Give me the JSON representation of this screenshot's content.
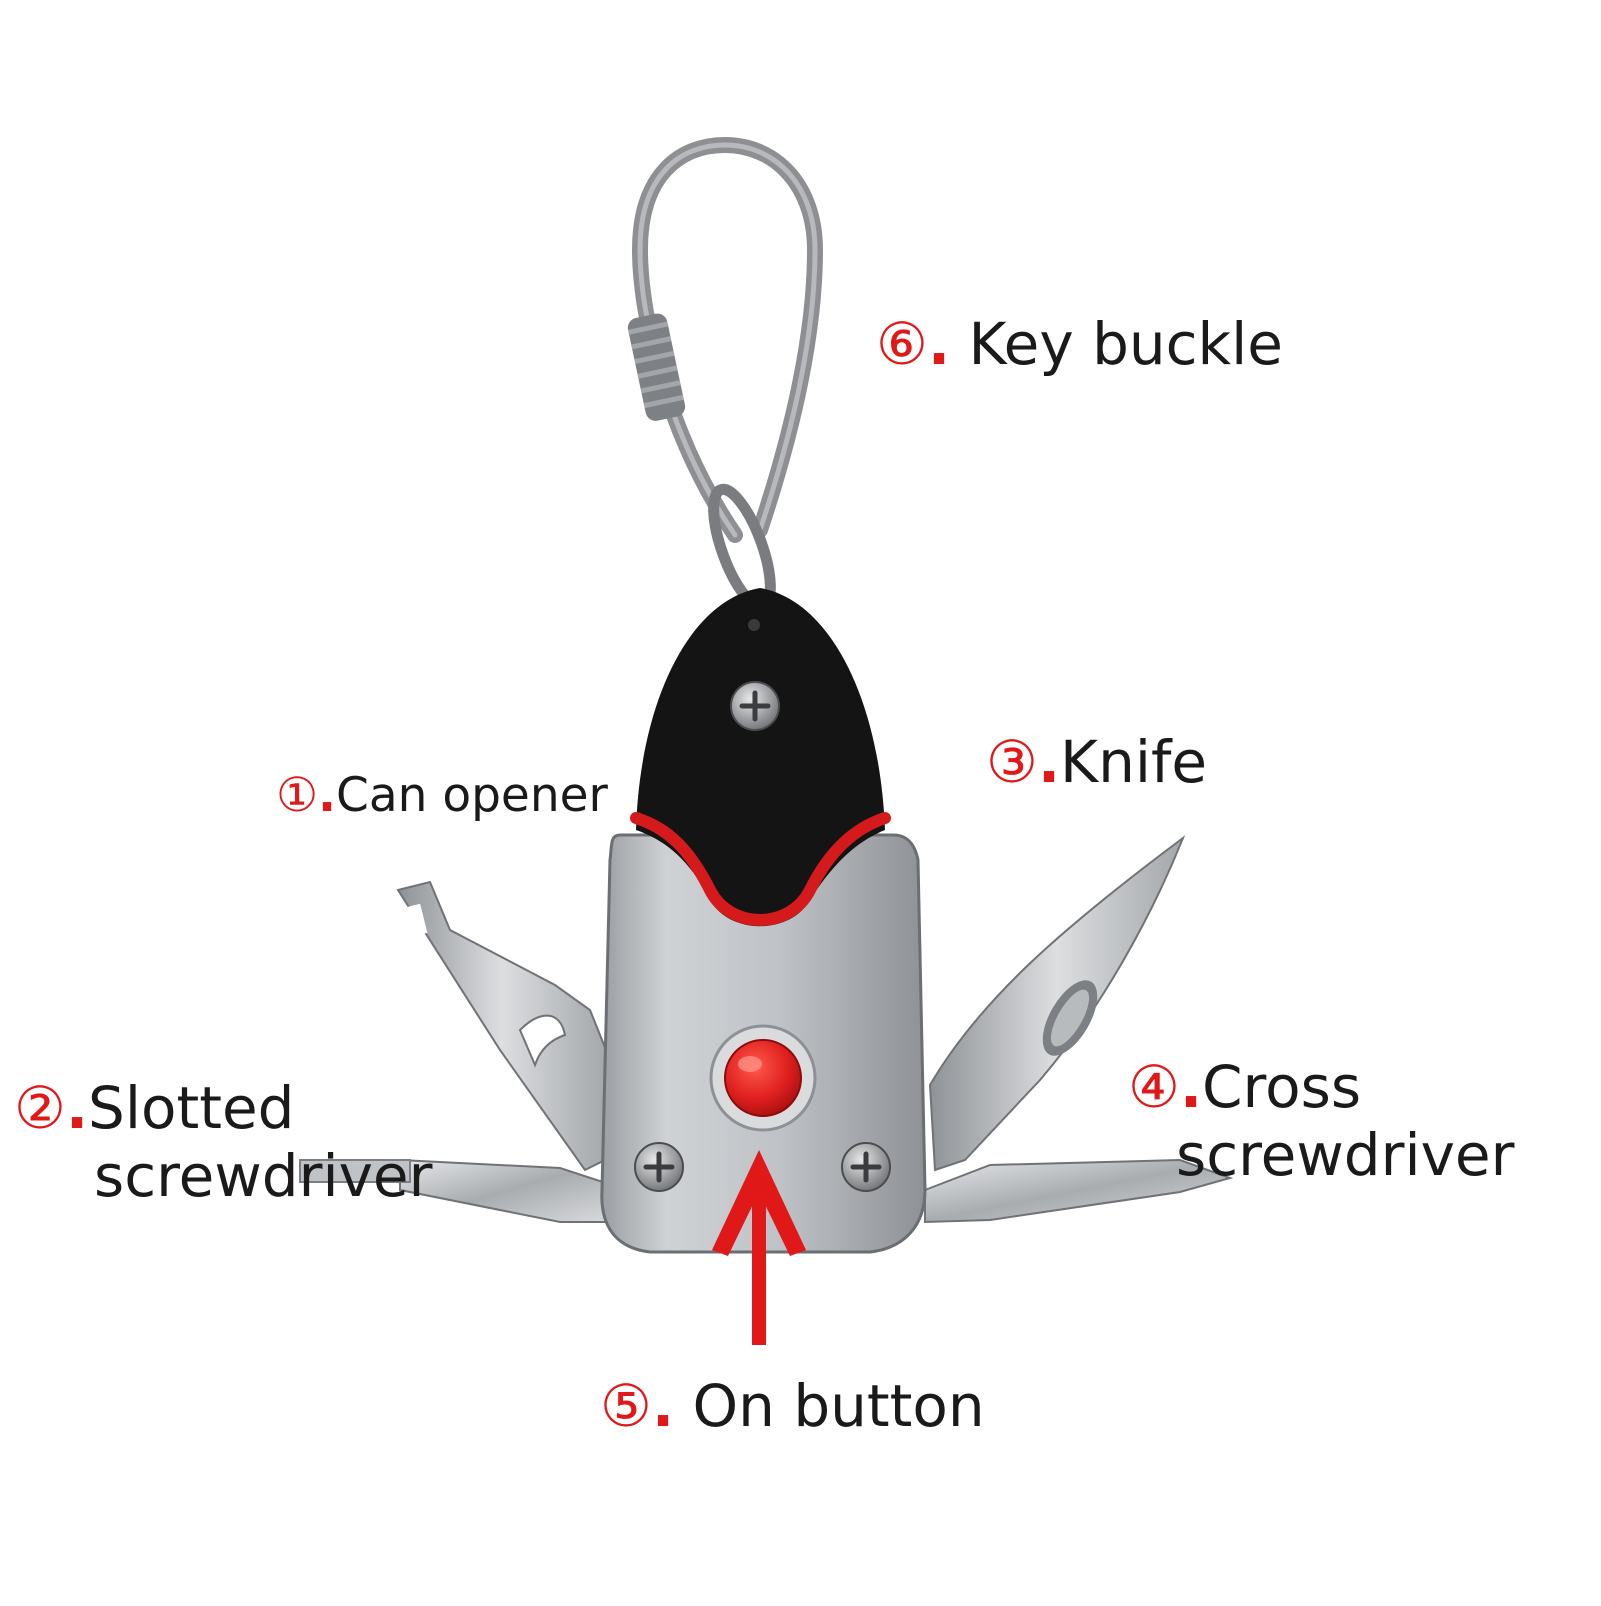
{
  "colors": {
    "accent_red": "#e01818",
    "body_black": "#141414",
    "body_silver": "#b9bcc0",
    "steel": "#c8cacc",
    "button_red": "#e02020"
  },
  "callouts": [
    {
      "id": "can-opener",
      "number": "①",
      "dot": ".",
      "label": "Can opener"
    },
    {
      "id": "slotted-screwdriver",
      "number": "②",
      "dot": ".",
      "label": "Slotted",
      "label_line2": "screwdriver"
    },
    {
      "id": "knife",
      "number": "③",
      "dot": ".",
      "label": "Knife"
    },
    {
      "id": "cross-screwdriver",
      "number": "④",
      "dot": ".",
      "label": "Cross",
      "label_line2": "screwdriver"
    },
    {
      "id": "on-button",
      "number": "⑤",
      "dot": ".",
      "label": " On button"
    },
    {
      "id": "key-buckle",
      "number": "⑥",
      "dot": ".",
      "label": " Key buckle"
    }
  ],
  "icons": {
    "carabiner": "carabiner-icon",
    "arrow": "arrow-up-icon",
    "screw": "phillips-screw-icon"
  }
}
